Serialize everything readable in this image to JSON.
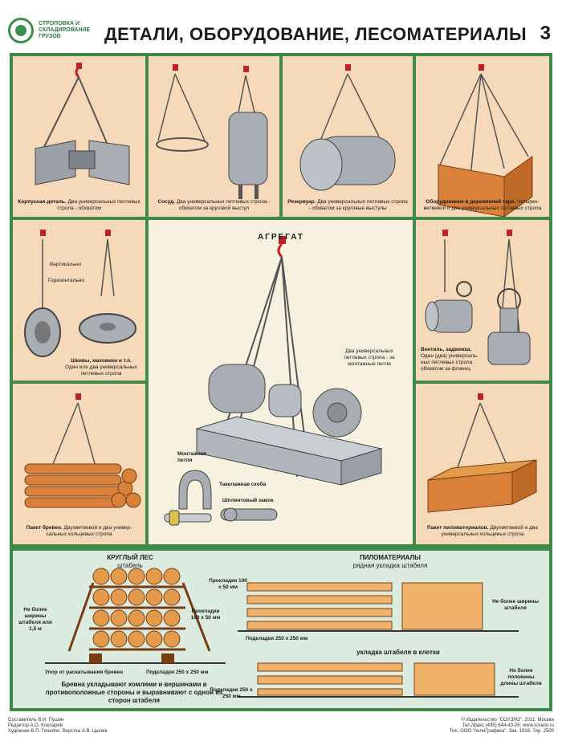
{
  "header": {
    "series": "СТРОПОВКА И СКЛАДИРОВАНИЕ ГРУЗОВ",
    "title": "ДЕТАЛИ, ОБОРУДОВАНИЕ, ЛЕСОМАТЕРИАЛЫ",
    "page_number": "3"
  },
  "panels": {
    "housing": {
      "bold": "Корпусная деталь.",
      "text": "Два универсальных петлевых стропа - обхватом"
    },
    "vessel": {
      "bold": "Сосуд.",
      "text": "Два универсальных петлевых стропа - обхватом за круговой выступ"
    },
    "reservoir": {
      "bold": "Резервуар.",
      "text": "Два универсальных петлевых стропа - обхватом за круговые выступы"
    },
    "crate": {
      "bold": "Оборудование в деревянной таре.",
      "text": "Четырех-ветвевой и два универсальных петлевых стропа"
    },
    "pulleys": {
      "bold": "Шкивы, маховики и т.п.",
      "text": "Один или два универсальных петлевых стропа",
      "vertical": "Вертикально",
      "horizontal": "Горизонтально"
    },
    "valve": {
      "bold": "Вентиль, задвижка.",
      "text": "Один (два) универсаль-ных петлевых стропа обхватом за фланец"
    },
    "logs": {
      "bold": "Пакет бревен.",
      "text": "Двухветвевой и два универ-сальных кольцевых стропа"
    },
    "lumber": {
      "bold": "Пакет пиломатериалов.",
      "text": "Двухветвевой и два универсальных кольцевых стропа"
    },
    "aggregate": {
      "title": "АГРЕГАТ",
      "slings": "Два универсальных петлевых стропа - за монтажные петли",
      "loop": "Монтажная петля",
      "shackle": "Такелажная скоба",
      "pin_lock": "Шплинтовый замок"
    }
  },
  "bottom": {
    "round": {
      "title": "КРУГЛЫЙ ЛЕС",
      "subtitle": "штабель",
      "width_note": "Не более ширины штабеля или 1,5 м",
      "spacers": "Прокладки 100 x 50 мм",
      "stop": "Упор от раскатывания бревен",
      "base": "Подкладки 250 x 250 мм",
      "rule": "Бревна укладывают комлями и вершинами в противоположные стороны и выравнивают с одной из сторон штабеля"
    },
    "lumber": {
      "title": "ПИЛОМАТЕРИАЛЫ",
      "subtitle": "рядная укладка штабеля",
      "spacers": "Прокладки 100 x 50 мм",
      "width_note": "Не более ширины штабеля",
      "base": "Подкладки 250 x 250 мм",
      "cage": "укладка штабеля в клетки",
      "base2": "Подкладки 250 x 250 мм",
      "half_note": "Не более половины длины штабеля"
    }
  },
  "footer": {
    "left": [
      "Составитель В.И. Пушин",
      "Редактор А.О. Клепарев",
      "Художник В.П. Геоняпо. Верстка А.В. Цылев"
    ],
    "right": [
      "© Издательство \"СОУЭЛО\", 2011. Москва",
      "Тел./факс (495) 644-43-26; www.souelo.ru",
      "Тип. ООО \"полиГрафика\". Зак. 1918. Тир. 2500"
    ]
  }
}
